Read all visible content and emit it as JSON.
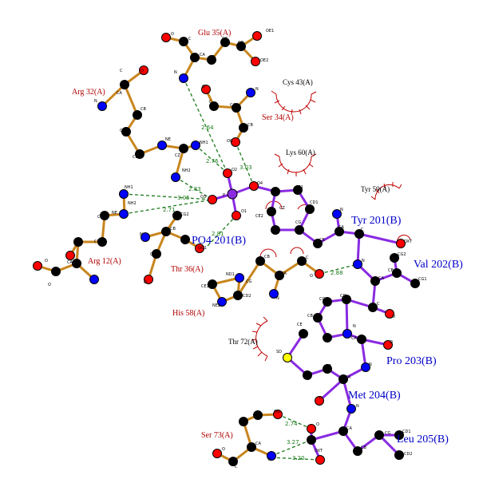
{
  "residues": [
    {
      "id": "glu35",
      "label": "Glu 35(A)",
      "kind": "a"
    },
    {
      "id": "arg32",
      "label": "Arg 32(A)",
      "kind": "a"
    },
    {
      "id": "ser34",
      "label": "Ser 34(A)",
      "kind": "a"
    },
    {
      "id": "thr36",
      "label": "Thr 36(A)",
      "kind": "a"
    },
    {
      "id": "his58",
      "label": "His 58(A)",
      "kind": "a"
    },
    {
      "id": "arg12",
      "label": "Arg 12(A)",
      "kind": "a"
    },
    {
      "id": "ser73",
      "label": "Ser 73(A)",
      "kind": "a"
    },
    {
      "id": "cys43",
      "label": "Cys 43(A)",
      "kind": "plain"
    },
    {
      "id": "lys60",
      "label": "Lys 60(A)",
      "kind": "plain"
    },
    {
      "id": "tyr59",
      "label": "Tyr 59(A)",
      "kind": "plain"
    },
    {
      "id": "thr72",
      "label": "Thr 72(A)",
      "kind": "plain"
    },
    {
      "id": "tyr201",
      "label": "Tyr 201(B)",
      "kind": "b"
    },
    {
      "id": "val202",
      "label": "Val 202(B)",
      "kind": "b"
    },
    {
      "id": "pro203",
      "label": "Pro 203(B)",
      "kind": "b"
    },
    {
      "id": "met204",
      "label": "Met 204(B)",
      "kind": "b"
    },
    {
      "id": "leu205",
      "label": "Leu 205(B)",
      "kind": "b"
    },
    {
      "id": "po4",
      "label": "PO4 201(B)",
      "kind": "b"
    }
  ],
  "hbonds": [
    "2.64",
    "2.76",
    "3.03",
    "2.83",
    "3.05",
    "2.71",
    "2.81",
    "2.88",
    "2.74",
    "3.27",
    "3.20"
  ],
  "colors": {
    "carbon": "#000000",
    "nitrogen": "#0000ff",
    "oxygen": "#ff0000",
    "sulfur": "#ffff00",
    "phosphorus": "#8a2be2",
    "ligand_bond": "#8a2be2",
    "protein_bond": "#c8861e",
    "hbond": "#1a7a1a",
    "hydrophobic": "#c00000",
    "label_chain_a": "#b00000",
    "label_chain_b": "#0000c8"
  }
}
